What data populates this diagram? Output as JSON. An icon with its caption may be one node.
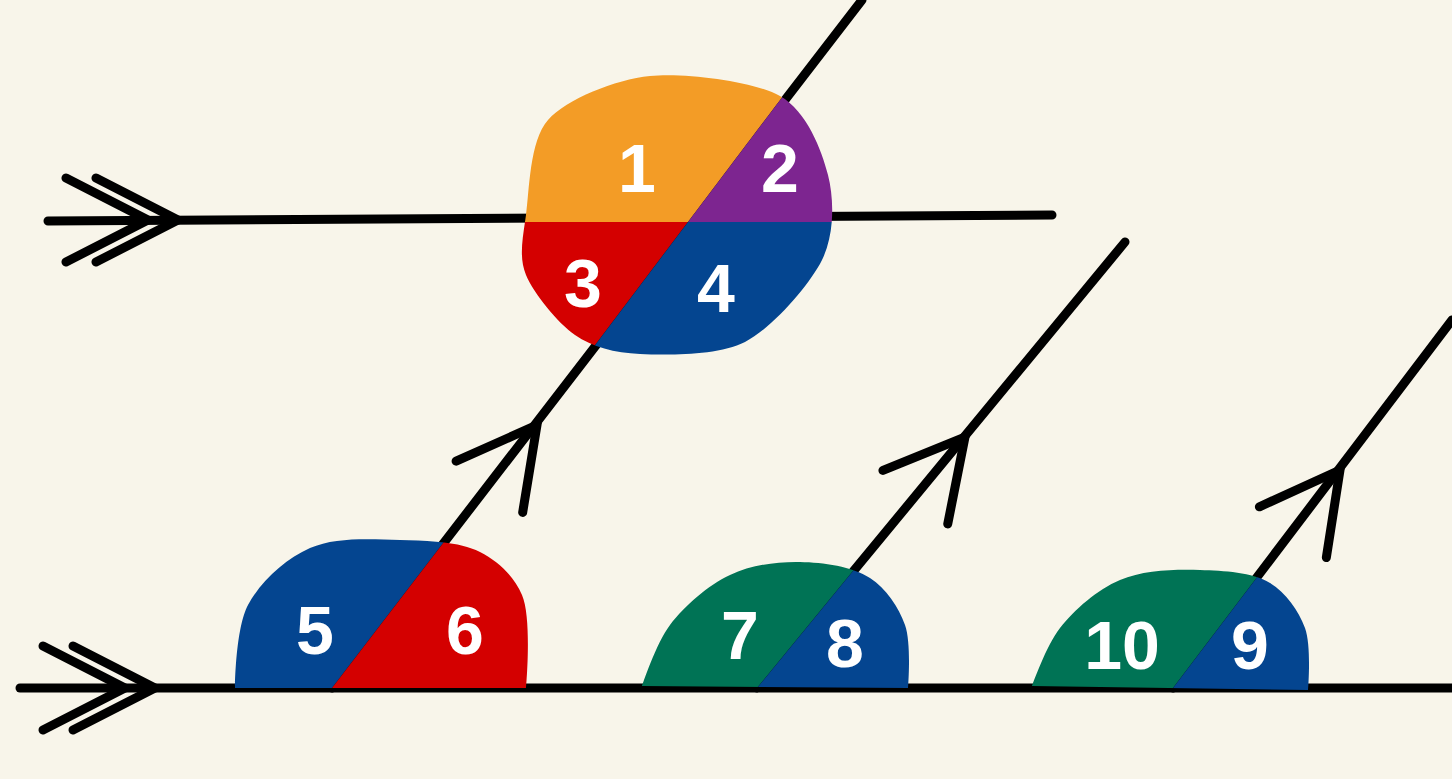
{
  "diagram": {
    "nodes": [
      {
        "text": [
          "1"
        ]
      },
      {
        "text": [
          "2"
        ]
      },
      {
        "text": [
          "3"
        ]
      },
      {
        "text": [
          "4"
        ]
      },
      {
        "text": [
          "5"
        ]
      },
      {
        "text": [
          "6"
        ]
      },
      {
        "text": [
          "7"
        ]
      },
      {
        "text": [
          "8"
        ]
      },
      {
        "text": [
          "10"
        ]
      },
      {
        "text": [
          "9"
        ]
      }
    ]
  }
}
